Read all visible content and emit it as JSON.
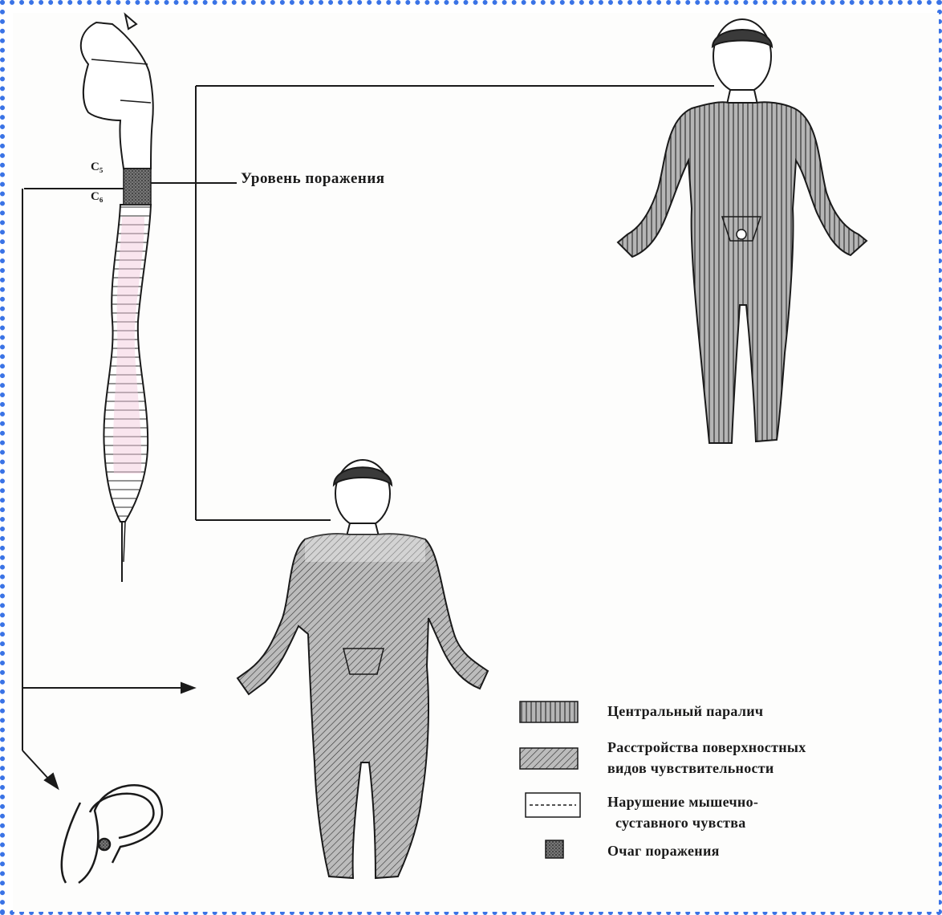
{
  "diagram": {
    "lesion_level_label": "Уровень поражения",
    "segments": {
      "upper": "C₅",
      "lower": "C₆"
    },
    "legend": [
      {
        "key": "central-paralysis",
        "lines": [
          "Центральный паралич"
        ]
      },
      {
        "key": "superficial-sensory",
        "lines": [
          "Расстройства поверхностных",
          "видов чувствительности"
        ]
      },
      {
        "key": "proprioceptive",
        "lines": [
          "Нарушение мышечно-",
          "суставного чувства"
        ]
      },
      {
        "key": "lesion-focus",
        "lines": [
          "Очаг поражения"
        ]
      }
    ],
    "colors": {
      "frame": "#3a73e6",
      "body_fill": "#b8b8b8",
      "cord_tint": "#e8a8c8",
      "ink": "#1a1a1a"
    }
  }
}
